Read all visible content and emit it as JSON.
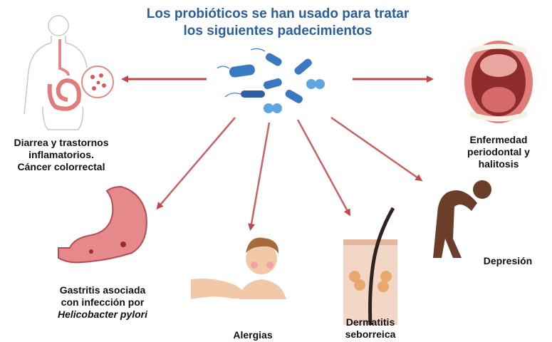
{
  "title_line1": "Los probióticos se han usado para tratar",
  "title_line2": "los siguientes padecimientos",
  "conditions": [
    {
      "id": "intestinal",
      "lines": [
        "Diarrea y trastornos",
        "inflamatorios.",
        "Cáncer colorrectal"
      ]
    },
    {
      "id": "oral",
      "lines": [
        "Enfermedad",
        "periodontal y",
        "halitosis"
      ]
    },
    {
      "id": "gastric",
      "lines": [
        "Gastritis asociada",
        "con infección por"
      ],
      "italic_line": "Helicobacter pylori"
    },
    {
      "id": "allergy",
      "lines": [
        "Alergias"
      ]
    },
    {
      "id": "skin",
      "lines": [
        "Dermatitis",
        "seborreica"
      ]
    },
    {
      "id": "depression",
      "lines": [
        "Depresión"
      ]
    }
  ],
  "colors": {
    "title": "#2a5f9e",
    "arrow": "#c0474a",
    "bacteria": "#3a78c2",
    "tissue": "#e8898a"
  },
  "icons": [
    "bacteria-cluster",
    "human-torso-intestine",
    "open-mouth",
    "stomach",
    "allergic-person",
    "skin-follicle",
    "depressed-person"
  ]
}
